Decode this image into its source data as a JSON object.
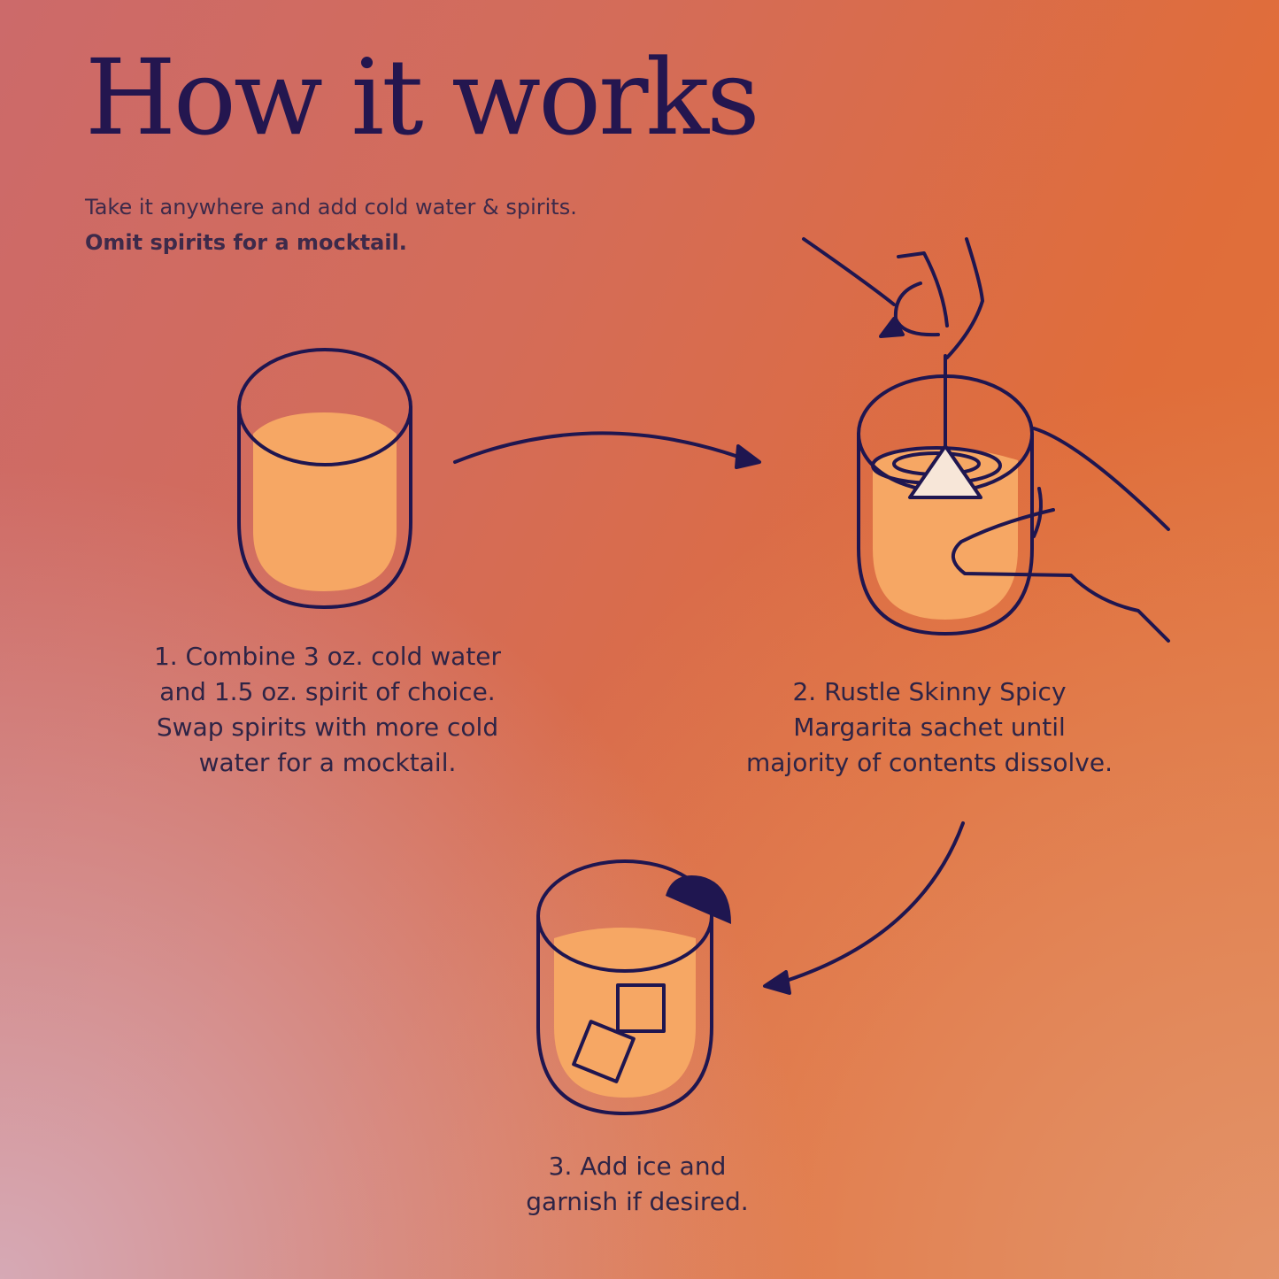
{
  "title": "How it works",
  "intro": {
    "text": "Take it anywhere and add cold water & spirits.",
    "bold": "Omit spirits for a mocktail."
  },
  "steps": [
    {
      "line1": "1.  Combine 3 oz. cold water",
      "line2": "and 1.5 oz. spirit of choice.",
      "line3": "Swap spirits with more cold",
      "line4": "water for a mocktail."
    },
    {
      "line1": "2.  Rustle Skinny Spicy",
      "line2": "Margarita sachet until",
      "line3": "majority of contents dissolve."
    },
    {
      "line1": "3.  Add ice and",
      "line2": "garnish if desired."
    }
  ],
  "colors": {
    "ink": "#1f1650",
    "liquid": "#f6a764",
    "bg_orange": "#e0703a",
    "bg_rose": "#cc6a6a"
  }
}
